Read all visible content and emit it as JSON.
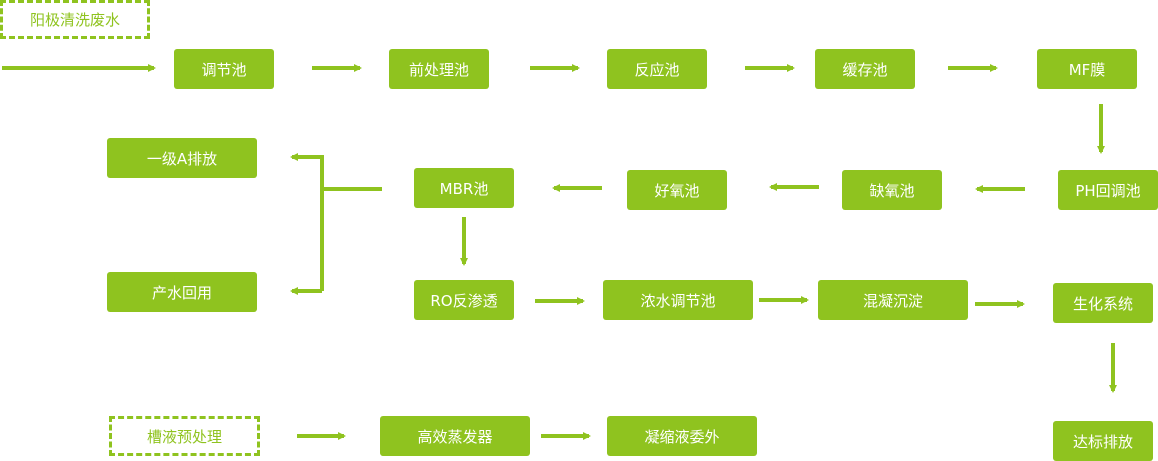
{
  "colors": {
    "accent": "#8fc31f",
    "box_text": "#ffffff",
    "background": "#ffffff"
  },
  "inputs": {
    "anode_wastewater": "阳极清洗废水",
    "tank_pretreatment": "槽液预处理"
  },
  "nodes": {
    "regulating_tank": "调节池",
    "pretreatment_tank": "前处理池",
    "reaction_tank": "反应池",
    "buffer_tank": "缓存池",
    "mf_membrane": "MF膜",
    "ph_adjust_tank": "PH回调池",
    "anoxic_tank": "缺氧池",
    "aerobic_tank": "好氧池",
    "mbr_tank": "MBR池",
    "grade_a_discharge": "一级A排放",
    "water_reuse": "产水回用",
    "ro_reverse_osmosis": "RO反渗透",
    "concentrate_regulating_tank": "浓水调节池",
    "coagulation_sedimentation": "混凝沉淀",
    "biochemical_system": "生化系统",
    "compliant_discharge": "达标排放",
    "high_efficiency_evaporator": "高效蒸发器",
    "condensate_outsourcing": "凝缩液委外"
  },
  "edges": [
    [
      "anode_wastewater",
      "regulating_tank"
    ],
    [
      "regulating_tank",
      "pretreatment_tank"
    ],
    [
      "pretreatment_tank",
      "reaction_tank"
    ],
    [
      "reaction_tank",
      "buffer_tank"
    ],
    [
      "buffer_tank",
      "mf_membrane"
    ],
    [
      "mf_membrane",
      "ph_adjust_tank"
    ],
    [
      "ph_adjust_tank",
      "anoxic_tank"
    ],
    [
      "anoxic_tank",
      "aerobic_tank"
    ],
    [
      "aerobic_tank",
      "mbr_tank"
    ],
    [
      "mbr_tank",
      "grade_a_discharge"
    ],
    [
      "mbr_tank",
      "water_reuse"
    ],
    [
      "mbr_tank",
      "ro_reverse_osmosis"
    ],
    [
      "ro_reverse_osmosis",
      "concentrate_regulating_tank"
    ],
    [
      "concentrate_regulating_tank",
      "coagulation_sedimentation"
    ],
    [
      "coagulation_sedimentation",
      "biochemical_system"
    ],
    [
      "biochemical_system",
      "compliant_discharge"
    ],
    [
      "tank_pretreatment",
      "high_efficiency_evaporator"
    ],
    [
      "high_efficiency_evaporator",
      "condensate_outsourcing"
    ]
  ]
}
